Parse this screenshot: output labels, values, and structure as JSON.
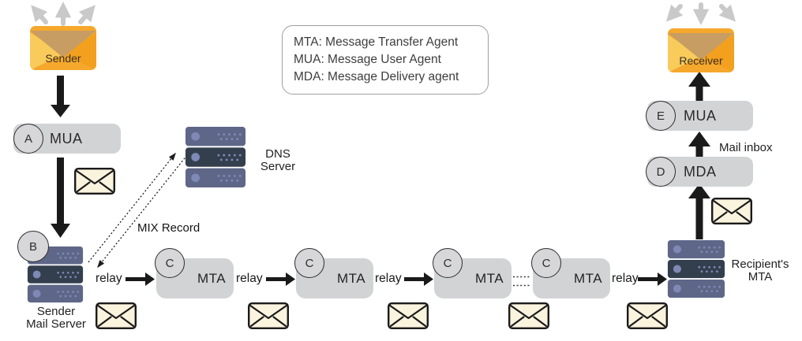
{
  "legend": {
    "lines": [
      "MTA: Message Transfer Agent",
      "MUA: Message User Agent",
      "MDA: Message Delivery agent"
    ]
  },
  "sender_node": {
    "label": "Sender"
  },
  "receiver_node": {
    "label": "Receiver"
  },
  "sender_mua": {
    "badge": "A",
    "label": "MUA"
  },
  "sender_mail_server": {
    "badge": "B",
    "label_line1": "Sender",
    "label_line2": "Mail Server"
  },
  "dns_server": {
    "label_line1": "DNS",
    "label_line2": "Server"
  },
  "mix_record": {
    "label": "MIX Record"
  },
  "relays": {
    "labels": [
      "relay",
      "relay",
      "relay",
      "relay"
    ]
  },
  "mtas": [
    {
      "badge": "C",
      "label": "MTA"
    },
    {
      "badge": "C",
      "label": "MTA"
    },
    {
      "badge": "C",
      "label": "MTA"
    },
    {
      "badge": "C",
      "label": "MTA"
    }
  ],
  "recipient_mta": {
    "label_line1": "Recipient's",
    "label_line2": "MTA"
  },
  "mda": {
    "badge": "D",
    "label": "MDA"
  },
  "receiver_mua": {
    "badge": "E",
    "label": "MUA"
  },
  "mail_inbox": {
    "label": "Mail inbox"
  },
  "colors": {
    "envelope_orange": "#F5A82C",
    "envelope_flap_tan": "#C79D63",
    "envelope_light_yellow": "#F9CB5B",
    "envelope_dark_orange": "#F3A01F",
    "server_bar_blue": "#5E6788",
    "server_bar_dark": "#333F4D",
    "server_accent": "#7E89B6",
    "node_gray": "#D2D3D5",
    "mail_cream": "#FAF3DE",
    "arrow_black": "#1A1A1A",
    "arrow_gray": "#C9C9C9"
  }
}
